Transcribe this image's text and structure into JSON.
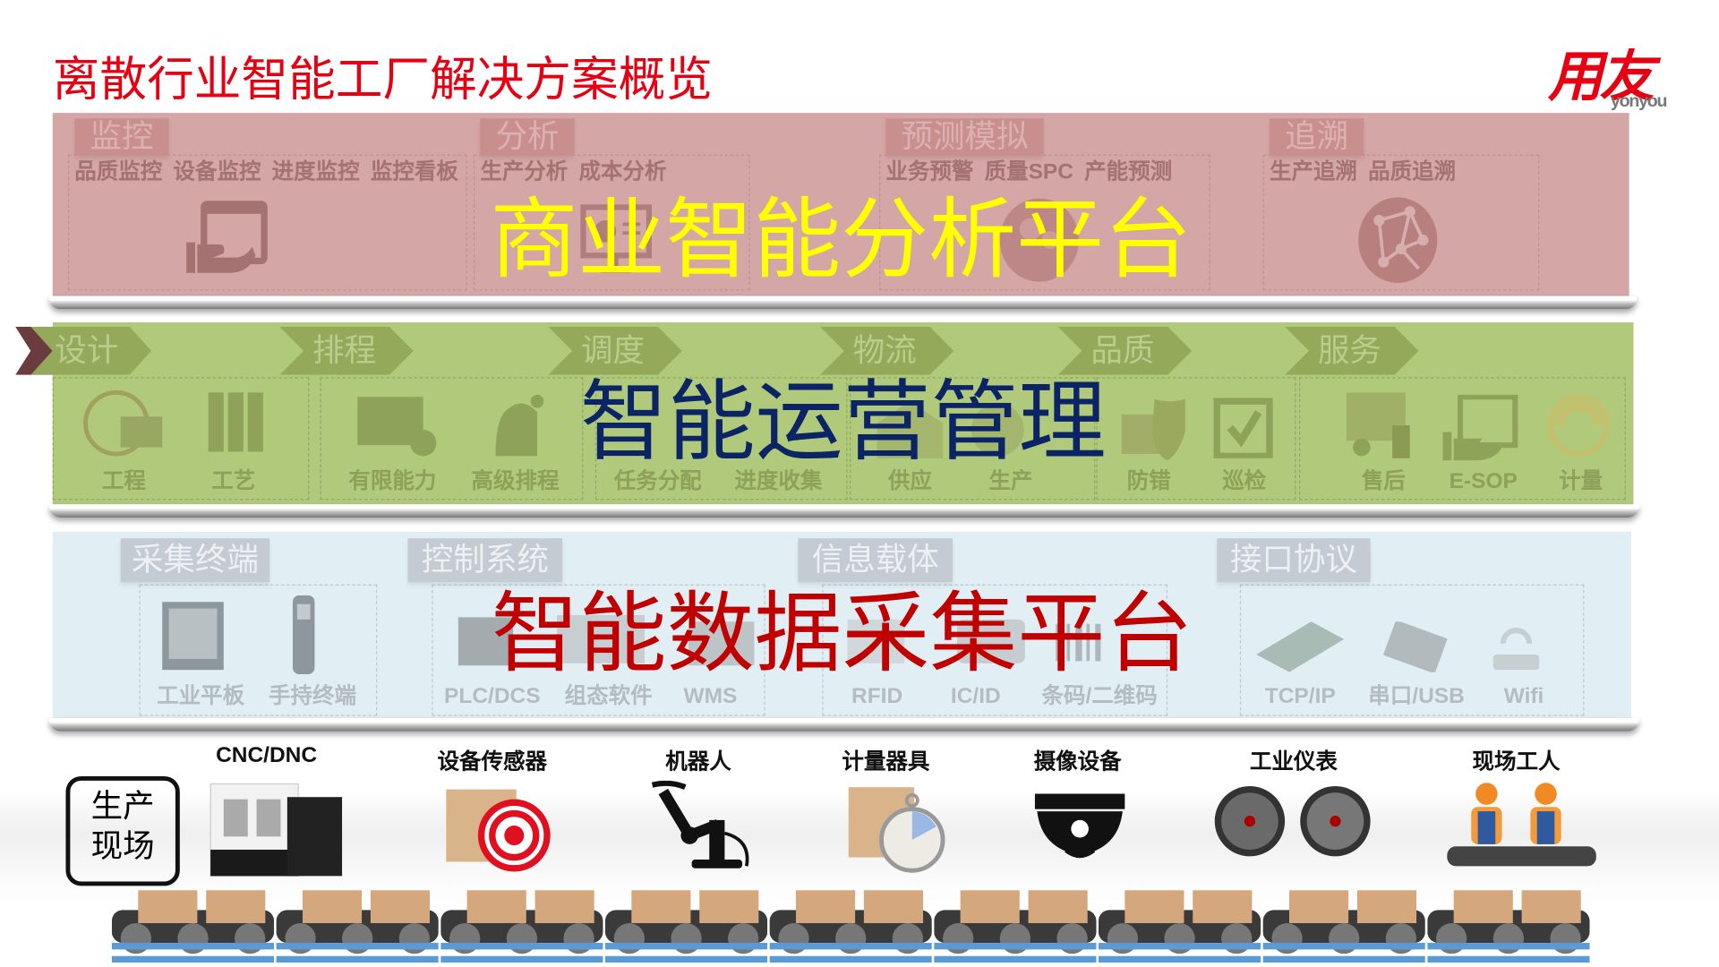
{
  "title": "离散行业智能工厂解决方案概览",
  "logo": {
    "cn": "用友",
    "en": "yonyou"
  },
  "colors": {
    "title": "#e60012",
    "bi_title": "#ffff00",
    "ops_title": "#0b2466",
    "data_title": "#c00000",
    "bi_panel": "#d4a6a6",
    "ops_panel": "#b0c97b",
    "data_panel": "#e1eff5"
  },
  "bi": {
    "title": "商业智能分析平台",
    "sections": [
      {
        "label": "监控",
        "icon": "monitor-hand-icon",
        "items": [
          "品质监控",
          "设备监控",
          "进度监控",
          "监控看板"
        ]
      },
      {
        "label": "分析",
        "icon": "presentation-board-icon",
        "items": [
          "生产分析",
          "成本分析"
        ]
      },
      {
        "label": "预测模拟",
        "icon": "head-gears-icon",
        "items": [
          "业务预警",
          "质量SPC",
          "产能预测"
        ]
      },
      {
        "label": "追溯",
        "icon": "network-globe-icon",
        "items": [
          "生产追溯",
          "品质追溯"
        ]
      }
    ]
  },
  "ops": {
    "title": "智能运营管理",
    "stages": [
      "设计",
      "排程",
      "调度",
      "物流",
      "品质",
      "服务"
    ],
    "items": [
      "工程",
      "工艺",
      "有限能力",
      "高级排程",
      "任务分配",
      "进度收集",
      "供应",
      "生产",
      "防错",
      "巡检",
      "售后",
      "E-SOP",
      "计量"
    ]
  },
  "data_platform": {
    "title": "智能数据采集平台",
    "sections": [
      {
        "label": "采集终端",
        "items": [
          "工业平板",
          "手持终端"
        ]
      },
      {
        "label": "控制系统",
        "items": [
          "PLC/DCS",
          "组态软件",
          "WMS"
        ]
      },
      {
        "label": "信息载体",
        "items": [
          "RFID",
          "IC/ID",
          "条码/二维码"
        ]
      },
      {
        "label": "接口协议",
        "items": [
          "TCP/IP",
          "串口/USB",
          "Wifi"
        ]
      }
    ]
  },
  "floor": {
    "label_line1": "生产",
    "label_line2": "现场",
    "devices": [
      "CNC/DNC",
      "设备传感器",
      "机器人",
      "计量器具",
      "摄像设备",
      "工业仪表",
      "现场工人"
    ]
  }
}
